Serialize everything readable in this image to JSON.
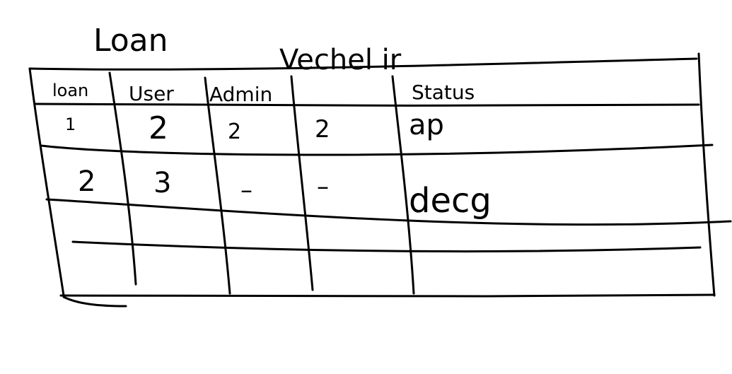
{
  "sketch": {
    "title": "Loan",
    "subtitle": "Vechel ir",
    "ink_color": "#000000",
    "background_color": "#ffffff"
  },
  "table": {
    "columns": [
      "loan",
      "User",
      "Admin",
      "",
      "Status"
    ],
    "rows": [
      [
        "1",
        "2",
        "2",
        "2",
        "ap"
      ],
      [
        "2",
        "3",
        "–",
        "–",
        "decg"
      ],
      [
        "",
        "",
        "",
        "",
        ""
      ]
    ]
  }
}
